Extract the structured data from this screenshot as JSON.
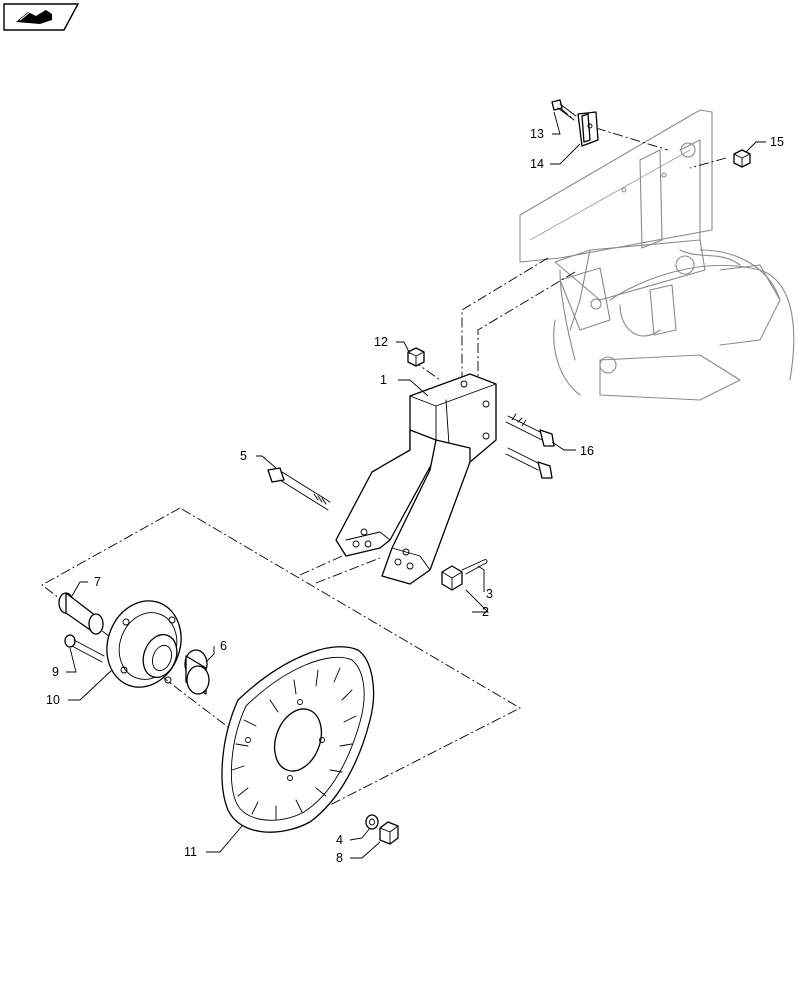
{
  "nav": {
    "icon": "book-arrow-icon"
  },
  "callouts": [
    "1",
    "2",
    "3",
    "4",
    "5",
    "6",
    "7",
    "8",
    "9",
    "10",
    "11",
    "12",
    "13",
    "14",
    "15",
    "16"
  ],
  "colors": {
    "line": "#000000",
    "ghost": "#8a8a8a",
    "background": "#ffffff"
  }
}
